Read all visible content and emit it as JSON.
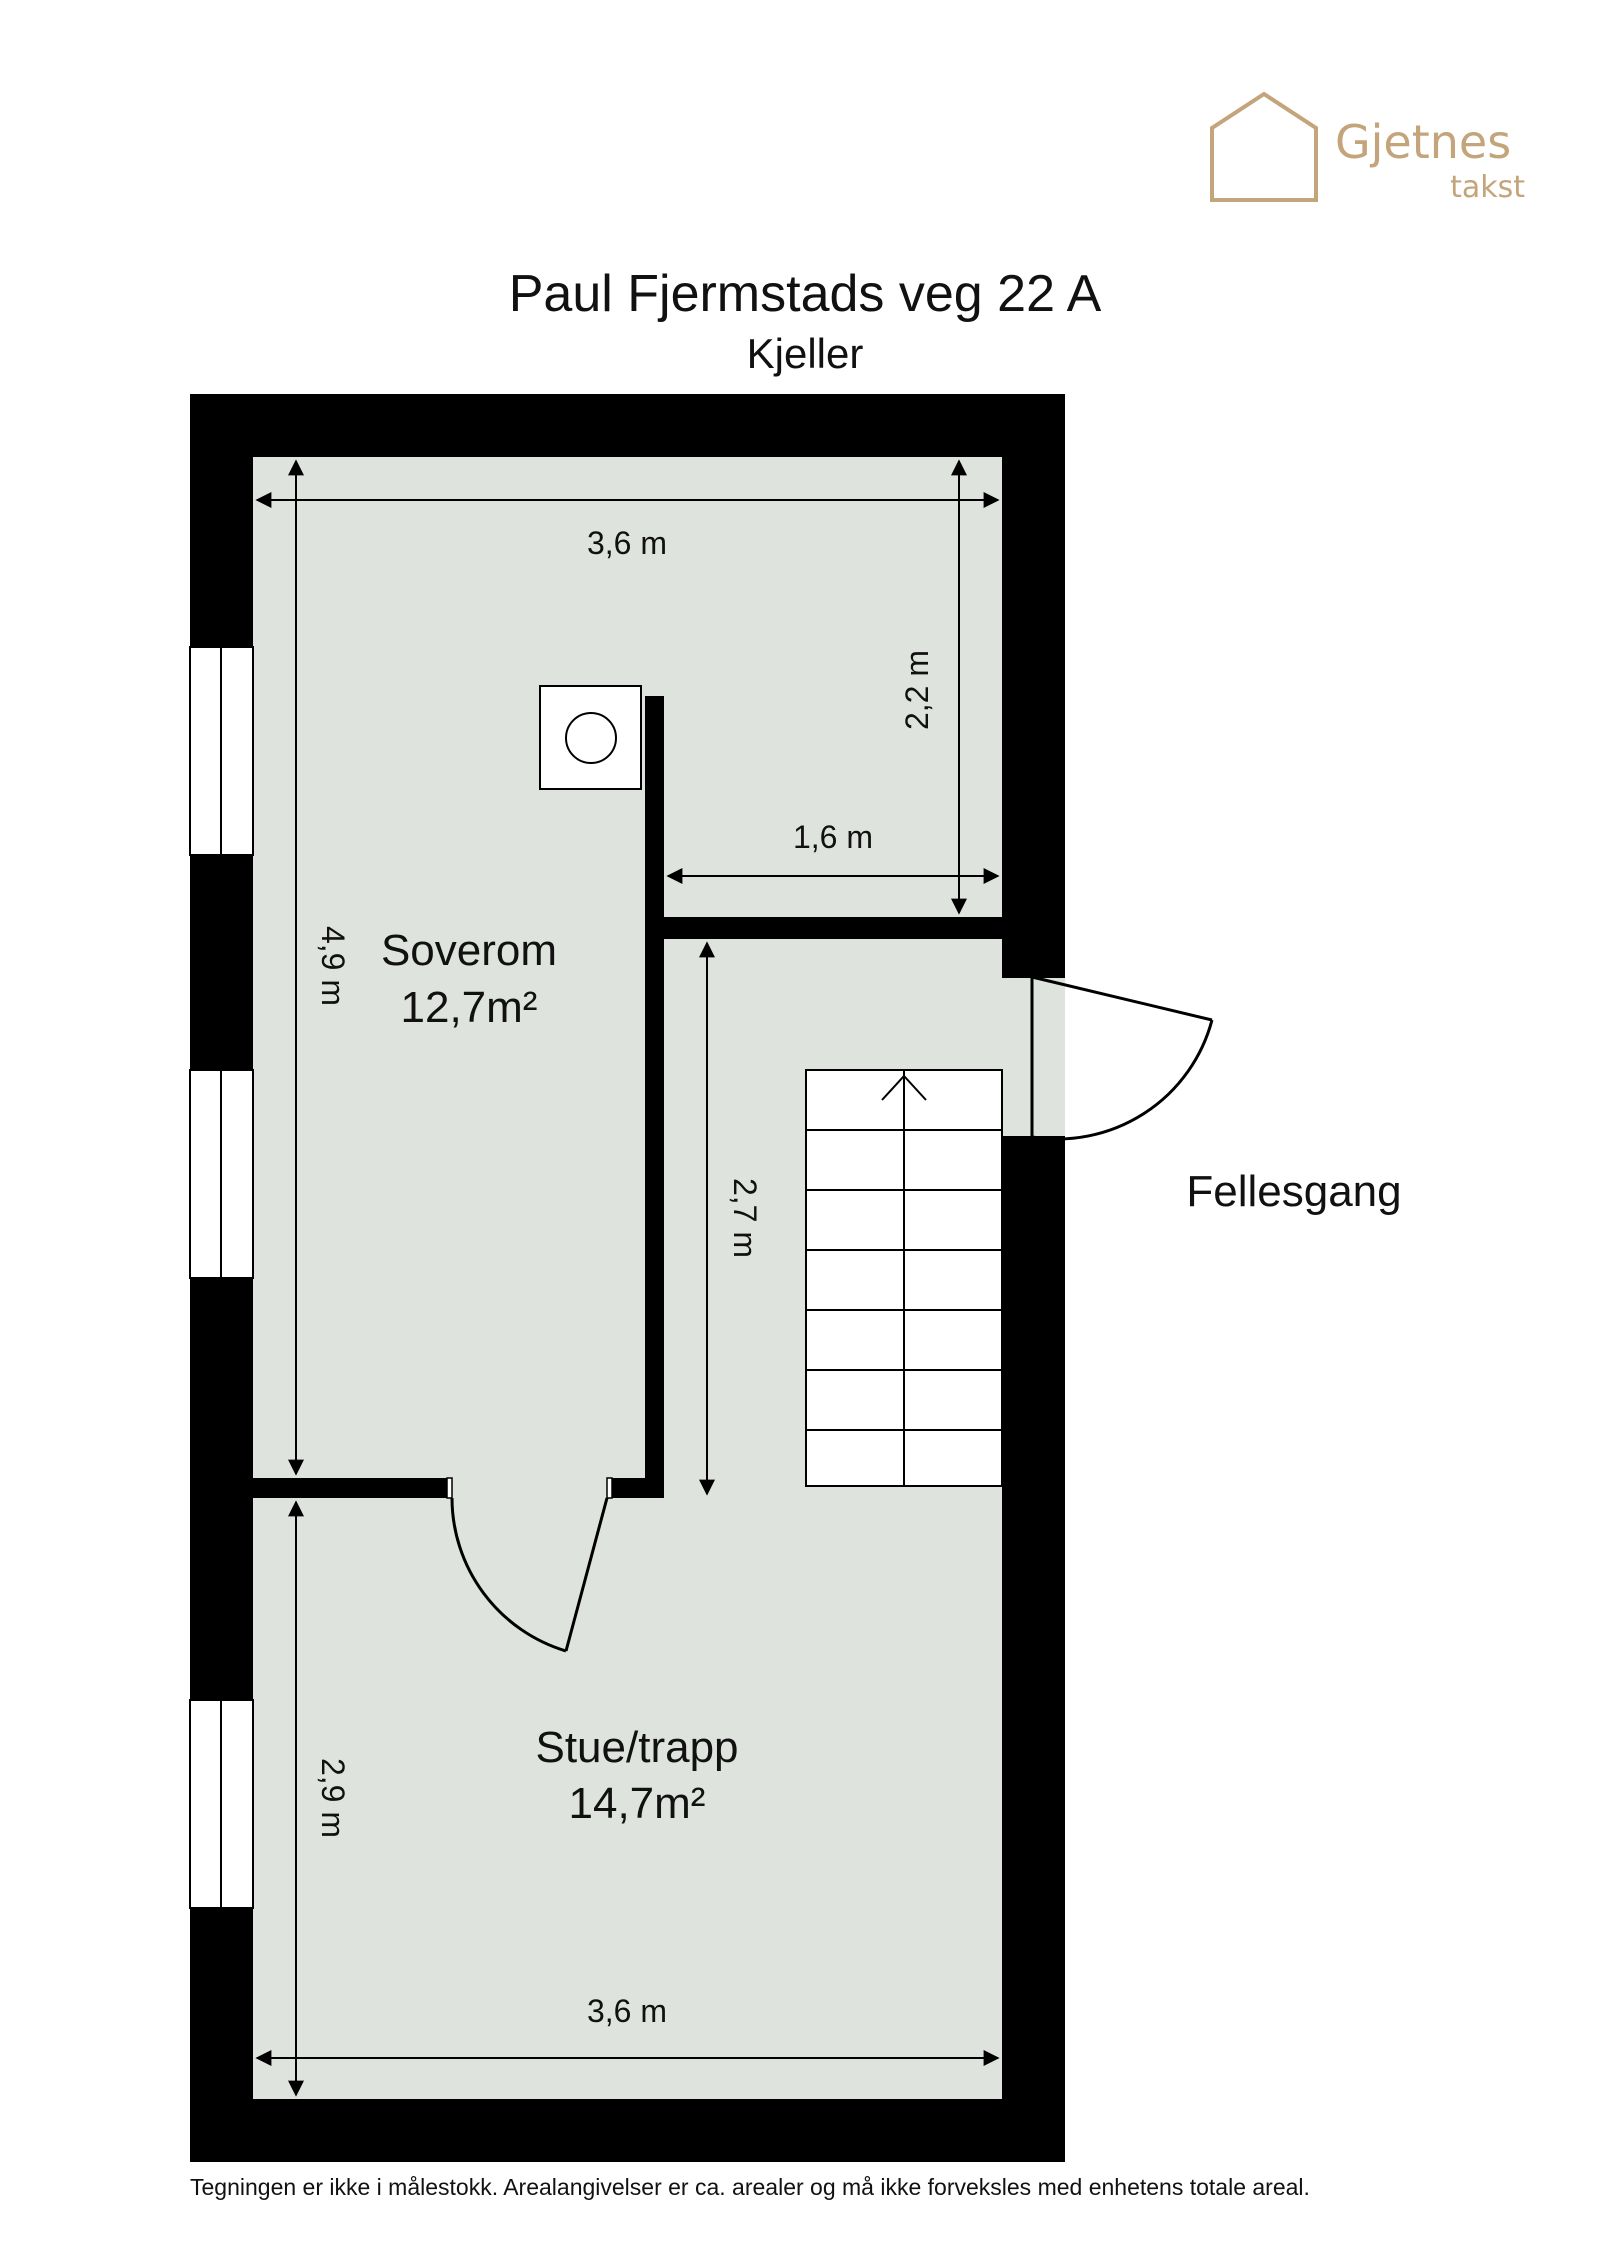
{
  "logo": {
    "brand_line1": "Gjetnes",
    "brand_line2": "takst",
    "color": "#c4a47a"
  },
  "header": {
    "title": "Paul Fjermstads veg 22 A",
    "subtitle": "Kjeller"
  },
  "rooms": [
    {
      "name": "Soverom",
      "area": "12,7m²"
    },
    {
      "name": "Stue/trapp",
      "area": "14,7m²"
    }
  ],
  "outside_label": "Fellesgang",
  "dimensions": {
    "top_width": "3,6 m",
    "upper_right_height": "2,2 m",
    "inner_width": "1,6 m",
    "bedroom_height": "4,9 m",
    "hall_height": "2,7 m",
    "living_height": "2,9 m",
    "bottom_width": "3,6 m"
  },
  "disclaimer": "Tegningen er ikke i målestokk. Arealangivelser er ca. arealer og må ikke forveksles med enhetens totale areal.",
  "colors": {
    "floor": "#dfe3dd",
    "wall": "#000000",
    "logo": "#c4a47a"
  }
}
